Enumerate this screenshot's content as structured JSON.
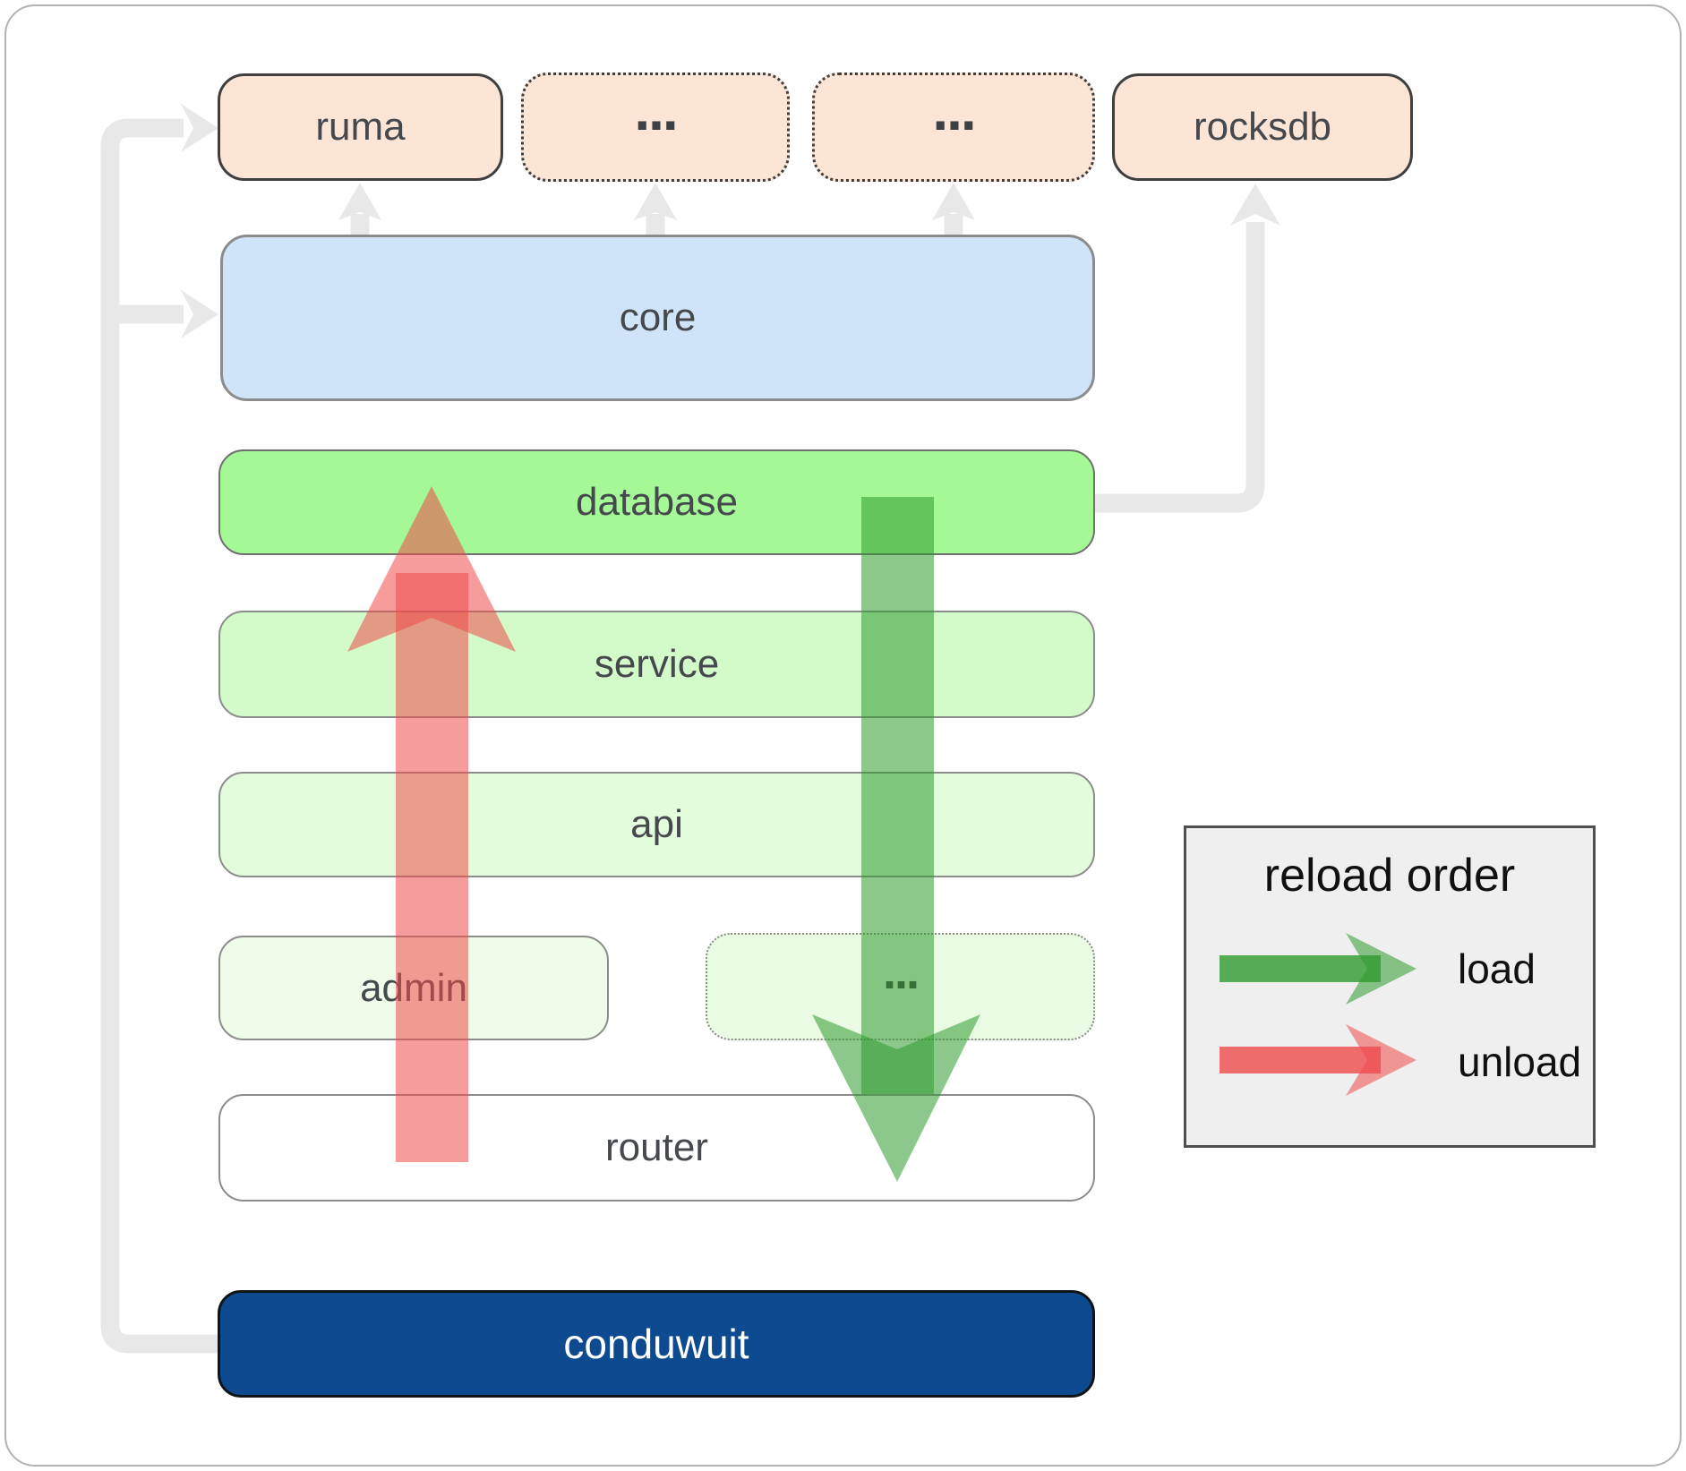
{
  "layers": {
    "ruma": "ruma",
    "dep_more_1": "...",
    "dep_more_2": "...",
    "rocksdb": "rocksdb",
    "core": "core",
    "database": "database",
    "service": "service",
    "api": "api",
    "admin": "admin",
    "service_more": "...",
    "router": "router",
    "conduwuit": "conduwuit"
  },
  "legend": {
    "title": "reload order",
    "items": [
      {
        "label": "load",
        "color": "#2e9b2e"
      },
      {
        "label": "unload",
        "color": "#ee4b4b"
      }
    ]
  },
  "colors": {
    "dependency_box_fill": "#fce5d5",
    "core_fill": "#cfe4f8",
    "database_fill": "#a5f896",
    "service_fill": "#d3fbc9",
    "api_fill": "#e3fcdc",
    "admin_fill": "#eefce9",
    "router_fill": "#ffffff",
    "conduwuit_fill": "#0d4a8f",
    "load_arrow": "#2e9b2e",
    "unload_arrow": "#ee4b4b",
    "connector_gray": "#e8e8e8",
    "legend_bg": "#efefef"
  }
}
